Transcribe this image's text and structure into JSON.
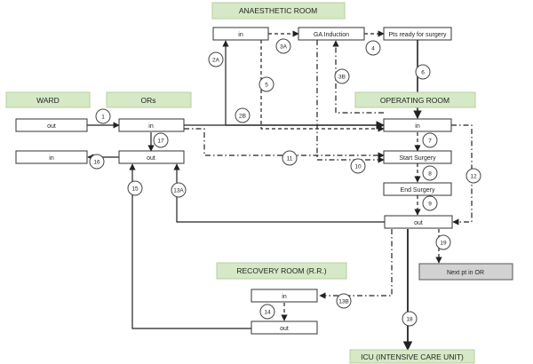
{
  "sections": {
    "anaesthetic": "ANAESTHETIC ROOM",
    "ward": "WARD",
    "ors": "ORs",
    "operating": "OPERATING ROOM",
    "recovery": "RECOVERY ROOM (R.R.)",
    "icu": "ICU (INTENSIVE CARE UNIT)"
  },
  "boxes": {
    "anaes_in": "in",
    "ga_induction": "GA Induction",
    "pts_ready": "Pts ready for surgery",
    "ward_out": "out",
    "ward_in": "in",
    "ors_in": "in",
    "ors_out": "out",
    "op_in": "in",
    "start_surgery": "Start Surgery",
    "end_surgery": "End Surgery",
    "op_out": "out",
    "next_pt": "Next pt in OR",
    "rr_in": "in",
    "rr_out": "out"
  },
  "steps": {
    "s1": "1",
    "s2a": "2A",
    "s2b": "2B",
    "s3a": "3A",
    "s3b": "3B",
    "s4": "4",
    "s5": "5",
    "s6": "6",
    "s7": "7",
    "s8": "8",
    "s9": "9",
    "s10": "10",
    "s11": "11",
    "s12": "12",
    "s13a": "13A",
    "s13b": "13B",
    "s14": "14",
    "s15": "15",
    "s16": "16",
    "s17": "17",
    "s18": "18",
    "s19": "19"
  },
  "colors": {
    "header_fill": "#d6e9c6",
    "header_stroke": "#b5cfa0",
    "box_stroke": "#333333",
    "gray_box": "#d2d2d2",
    "line": "#222222"
  }
}
